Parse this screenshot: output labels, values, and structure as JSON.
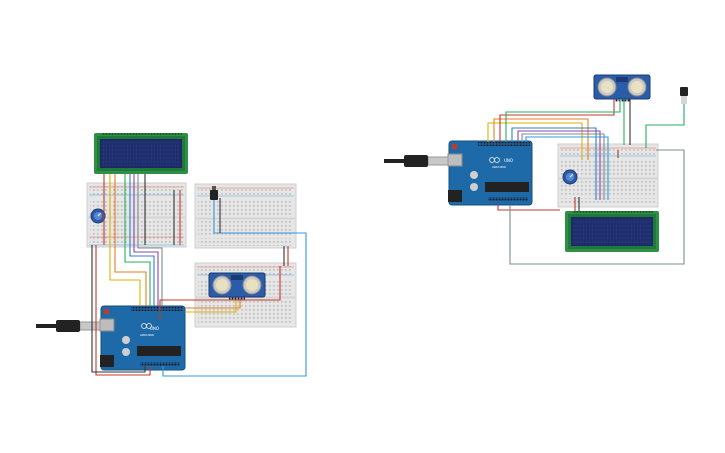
{
  "circuits": [
    {
      "id": "left",
      "arduino": {
        "board_label": "UNO",
        "brand": "ARDUINO",
        "icon": "arduino-uno-board"
      },
      "lcd": {
        "icon": "lcd-16x2-display"
      },
      "potentiometer": {
        "icon": "potentiometer"
      },
      "ultrasonic": {
        "icon": "ultrasonic-sensor"
      },
      "sensor_small": {
        "icon": "tilt-sensor"
      },
      "usb": {
        "icon": "usb-cable"
      }
    },
    {
      "id": "right",
      "arduino": {
        "board_label": "UNO",
        "brand": "ARDUINO",
        "icon": "arduino-uno-board"
      },
      "lcd": {
        "icon": "lcd-16x2-display"
      },
      "potentiometer": {
        "icon": "potentiometer"
      },
      "ultrasonic": {
        "icon": "ultrasonic-sensor"
      },
      "sensor_small": {
        "icon": "temperature-sensor"
      },
      "usb": {
        "icon": "usb-cable"
      }
    }
  ],
  "colors": {
    "board": "#1e6aa8",
    "board_dark": "#154f80",
    "breadboard": "#e6e6e6",
    "lcd_frame": "#2f8f46",
    "lcd_screen": "#1c2a66",
    "sensor_board": "#2a5caa",
    "wire_red": "#c0392b",
    "wire_black": "#333333",
    "wire_yellow": "#e0b000",
    "wire_orange": "#e67e22",
    "wire_green": "#27ae60",
    "wire_blue": "#2f80c0",
    "wire_purple": "#8e44ad",
    "wire_gray": "#7f8c8d",
    "wire_teal": "#3498db",
    "wire_brown": "#8b4513"
  }
}
